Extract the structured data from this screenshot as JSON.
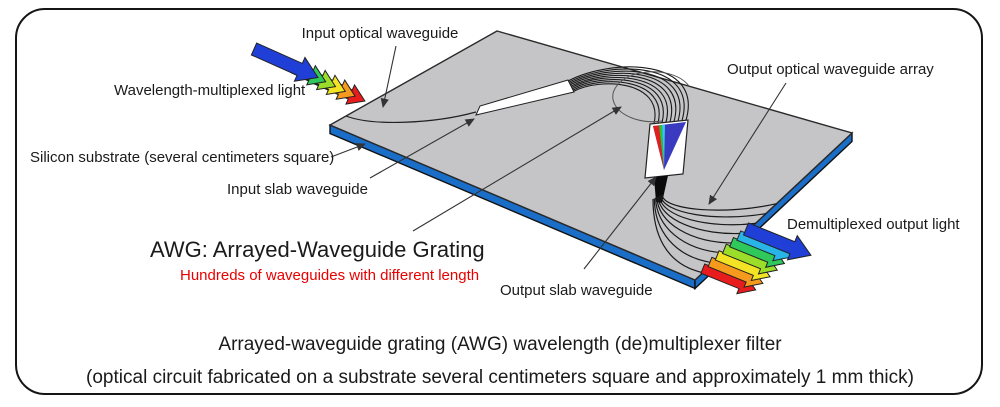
{
  "labels": {
    "input_optical_waveguide": "Input optical waveguide",
    "wavelength_multiplexed_light": "Wavelength-multiplexed light",
    "silicon_substrate": "Silicon substrate (several centimeters square)",
    "input_slab_waveguide": "Input slab waveguide",
    "awg_title": "AWG: Arrayed-Waveguide Grating",
    "awg_subtitle": "Hundreds of waveguides with different length",
    "output_optical_waveguide_array": "Output optical waveguide array",
    "output_slab_waveguide": "Output slab waveguide",
    "demultiplexed_output_light": "Demultiplexed output light"
  },
  "captions": {
    "line1": "Arrayed-waveguide grating (AWG) wavelength (de)multiplexer filter",
    "line2": "(optical circuit fabricated on a substrate several centimeters square and approximately 1 mm thick)"
  },
  "colors": {
    "substrate_top": "#c5c5c7",
    "substrate_edge_blue": "#1a6ec8",
    "outline_black": "#1a1a1a",
    "awg_subtitle_red": "#e80000",
    "slab_fill_white": "#ffffff",
    "fan": {
      "blue": "#3a3ac0",
      "red": "#e02020",
      "green": "#2fc12f",
      "cyan": "#35c8e8"
    },
    "rainbow": [
      "#1f3fd6",
      "#29b4e8",
      "#2fc85a",
      "#9ade2a",
      "#f2e424",
      "#f59a1c",
      "#e81c1c"
    ]
  },
  "diagram": {
    "array_waveguide_count": 9,
    "output_waveguide_count": 8,
    "light_arrow_count": 7
  }
}
